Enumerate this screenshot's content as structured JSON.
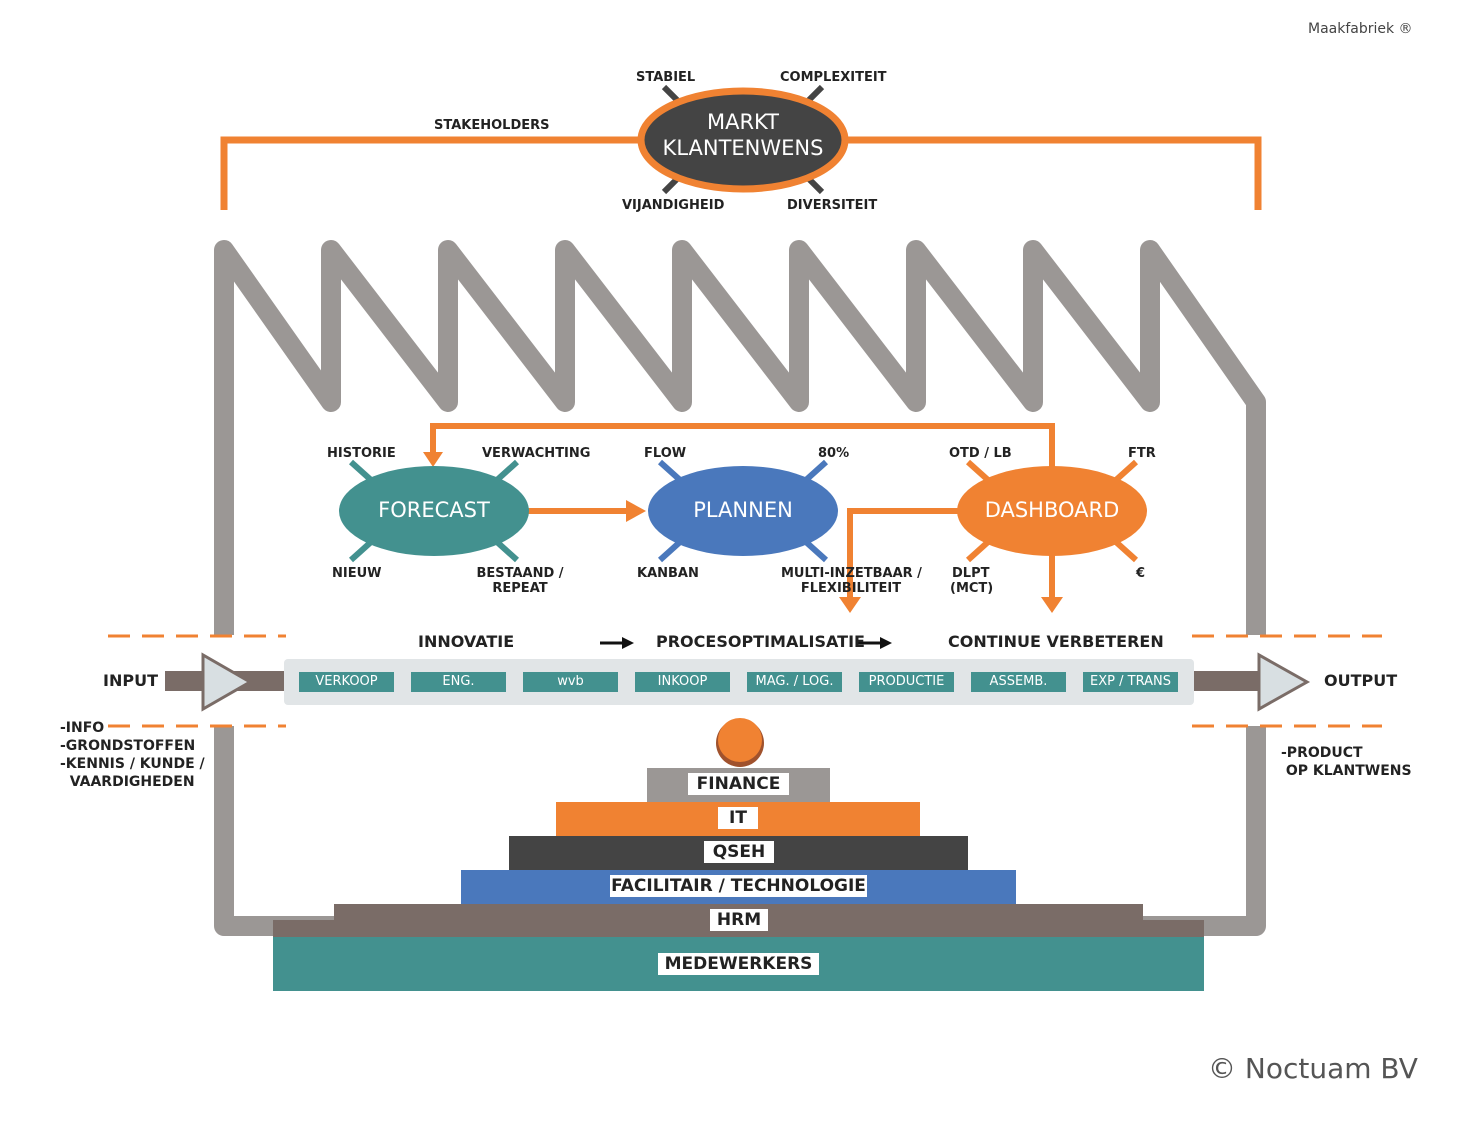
{
  "brand": "Maakfabriek ®",
  "copyright": "© Noctuam BV",
  "market": {
    "line1": "MARKT",
    "line2": "KLANTENWENS",
    "stakeholders": "STAKEHOLDERS",
    "rays": [
      "STABIEL",
      "COMPLEXITEIT",
      "VIJANDIGHEID",
      "DIVERSITEIT"
    ]
  },
  "forecast": {
    "label": "FORECAST",
    "rays": [
      "HISTORIE",
      "VERWACHTING",
      "NIEUW",
      "BESTAAND /",
      "REPEAT"
    ]
  },
  "plannen": {
    "label": "PLANNEN",
    "rays": [
      "FLOW",
      "80%",
      "KANBAN",
      "MULTI-INZETBAAR /",
      "FLEXIBILITEIT"
    ]
  },
  "dashboard": {
    "label": "DASHBOARD",
    "rays": [
      "OTD / LB",
      "FTR",
      "DLPT",
      "(MCT)",
      "€"
    ]
  },
  "phases": [
    "INNOVATIE",
    "PROCESOPTIMALISATIE",
    "CONTINUE VERBETEREN"
  ],
  "process_steps": [
    "VERKOOP",
    "ENG.",
    "wvb",
    "INKOOP",
    "MAG. / LOG.",
    "PRODUCTIE",
    "ASSEMB.",
    "EXP / TRANS"
  ],
  "input": {
    "title": "INPUT",
    "items": "-INFO\n-GRONDSTOFFEN\n-KENNIS / KUNDE /\n  VAARDIGHEDEN"
  },
  "output": {
    "title": "OUTPUT",
    "items": "-PRODUCT\n OP KLANTWENS"
  },
  "pyramid": [
    "FINANCE",
    "IT",
    "QSEH",
    "FACILITAIR / TECHNOLOGIE",
    "HRM",
    "MEDEWERKERS"
  ],
  "colors": {
    "orange": "#f08232",
    "teal": "#43918f",
    "blue": "#4a78bc",
    "dark": "#444444",
    "grey": "#9b9795",
    "brown": "#7a6c67"
  }
}
